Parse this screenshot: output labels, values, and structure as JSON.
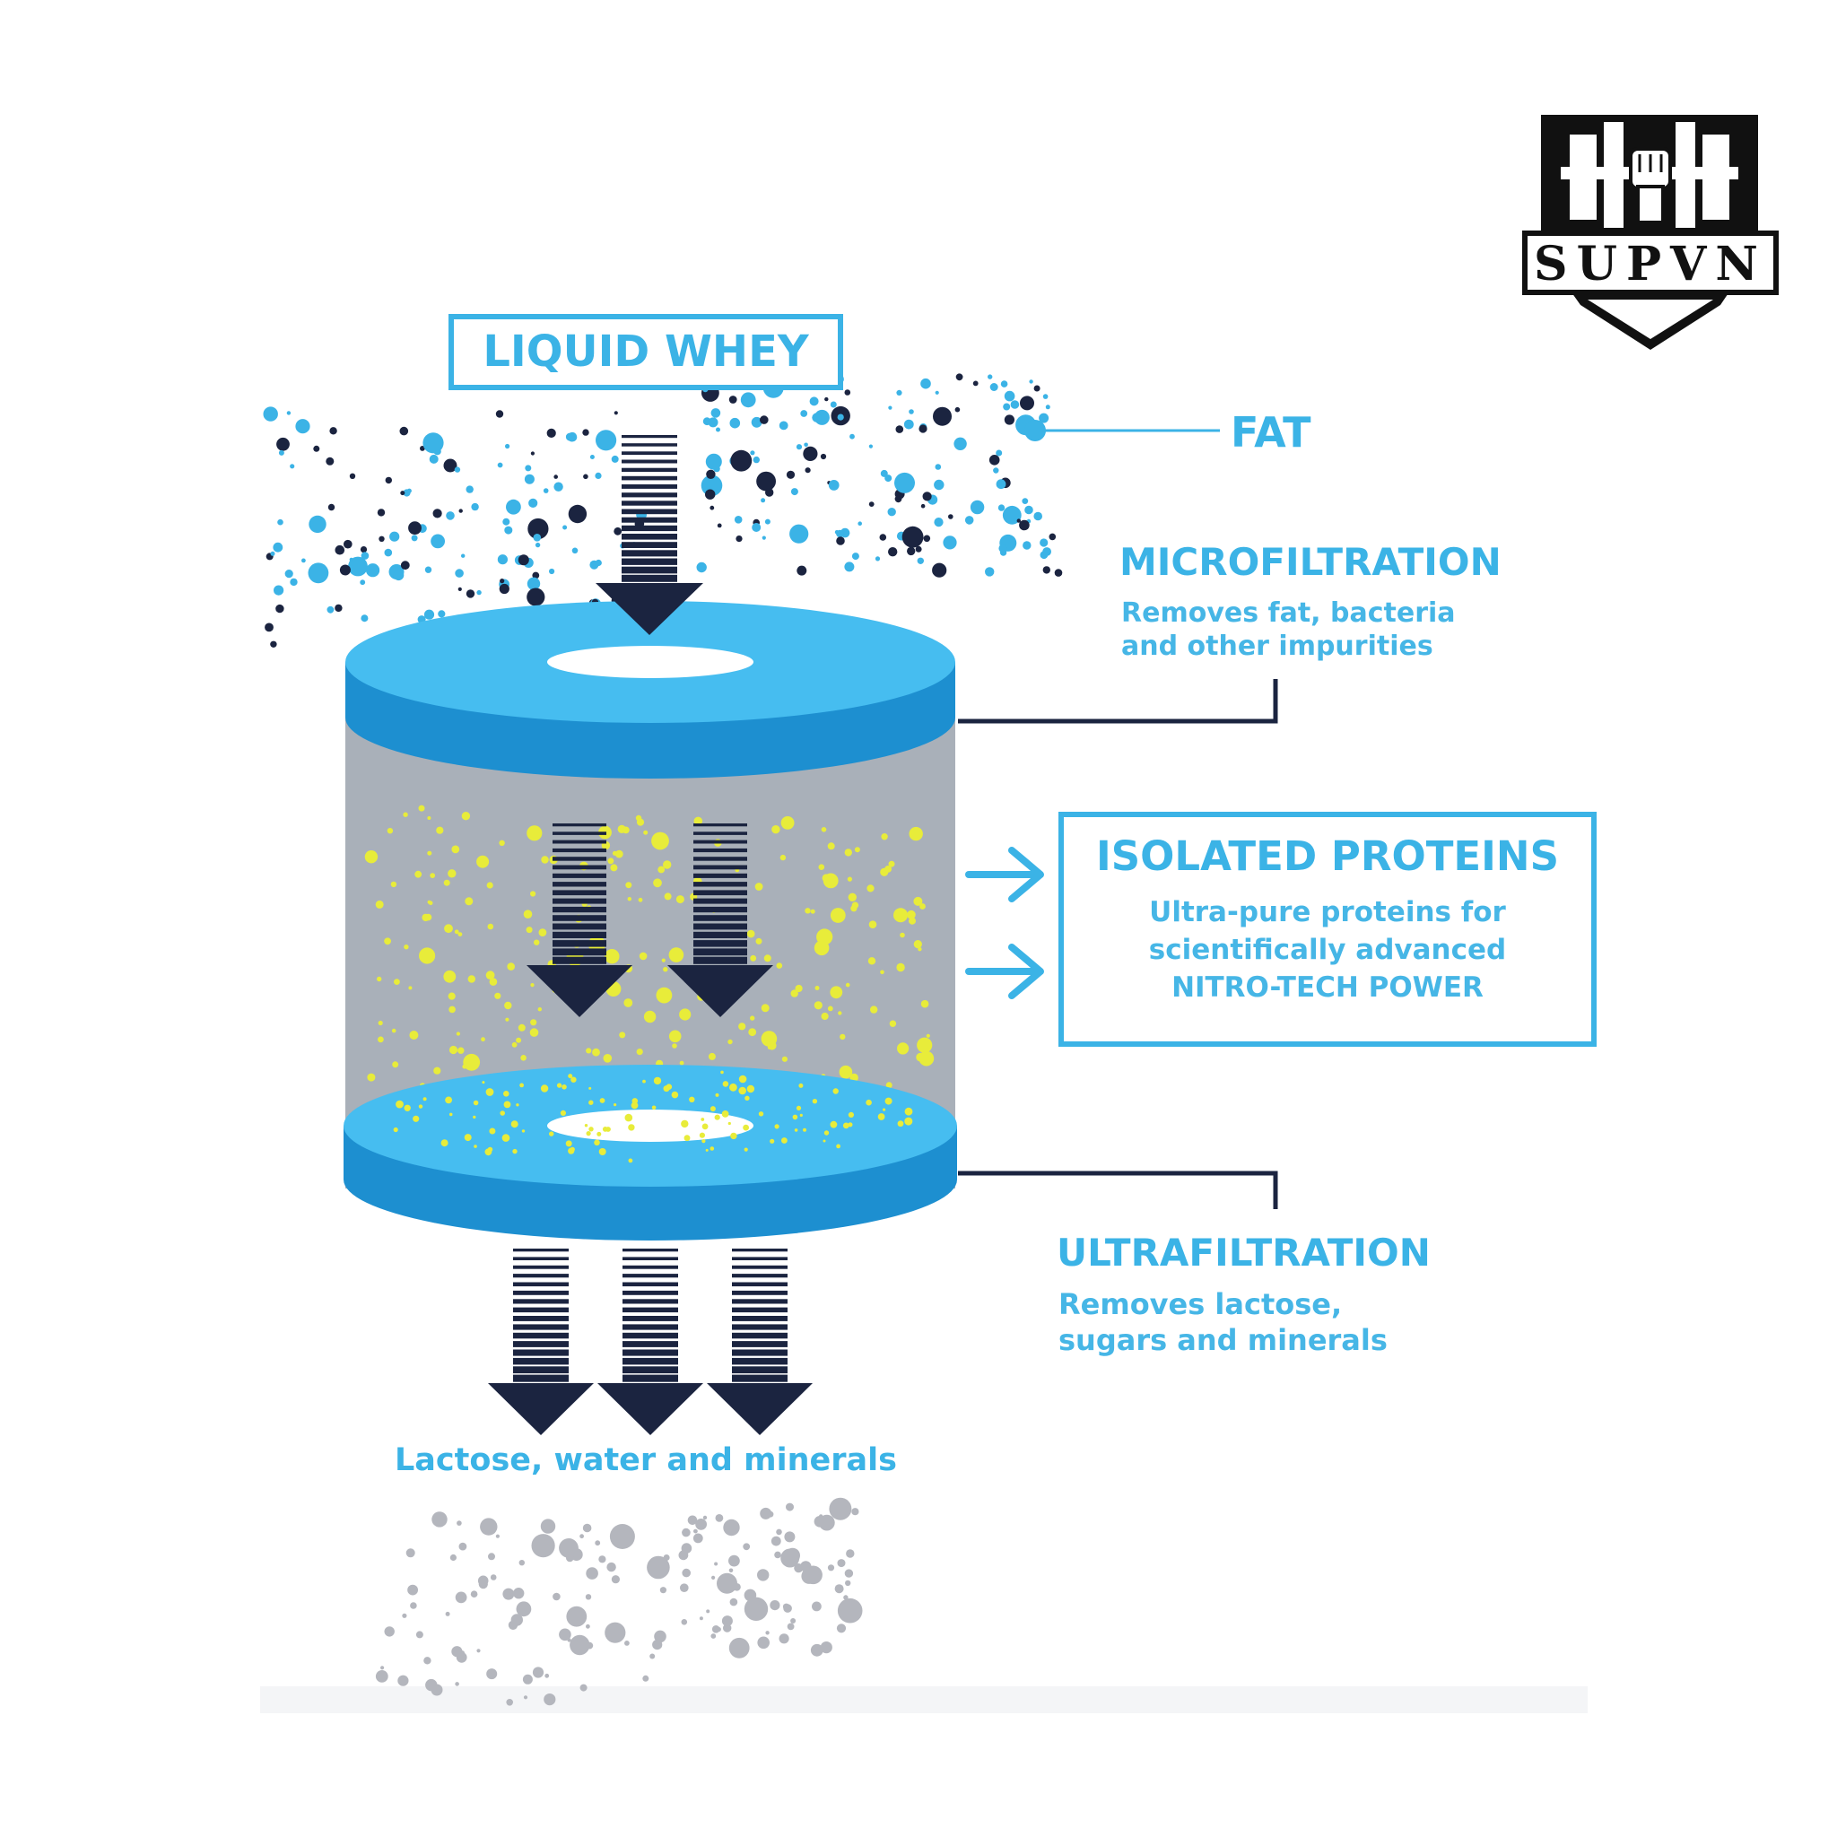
{
  "logo": {
    "text": "SUPVN"
  },
  "input": {
    "label": "LIQUID WHEY"
  },
  "fat": {
    "label": "FAT"
  },
  "microfiltration": {
    "title": "MICROFILTRATION",
    "lines": [
      "Removes fat, bacteria",
      "and other impurities"
    ]
  },
  "isolated": {
    "title": "ISOLATED PROTEINS",
    "lines": [
      "Ultra-pure proteins for",
      "scientifically advanced",
      "NITRO-TECH POWER"
    ]
  },
  "ultrafiltration": {
    "title": "ULTRAFILTRATION",
    "lines": [
      "Removes lactose,",
      "sugars and minerals"
    ]
  },
  "output": {
    "label": "Lactose, water and minerals"
  },
  "colors": {
    "accent": "#3bb3e6",
    "disc_top": "#46bdf0",
    "disc_side": "#1d8fd0",
    "cylinder": "#a9b0b9",
    "dark": "#1b2440",
    "protein": "#e8ec3a",
    "residue": "#b4b6bd"
  }
}
